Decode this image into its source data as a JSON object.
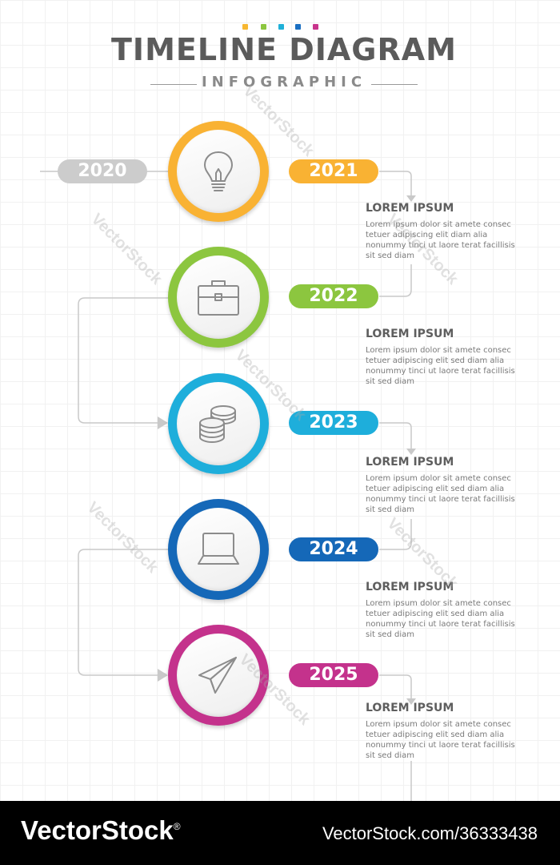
{
  "header": {
    "title": "TIMELINE DIAGRAM",
    "subtitle": "INFOGRAPHIC",
    "dot_colors": [
      "#f7b731",
      "#8cc63f",
      "#1fb0d8",
      "#1a6fc2",
      "#c8348c"
    ]
  },
  "timeline": {
    "start_year": "2020",
    "start_color": "#cccccc",
    "line_color": "#c9c9c9",
    "steps": [
      {
        "year": "2021",
        "color": "#f9b233",
        "icon": "lightbulb-icon",
        "heading": "LOREM IPSUM",
        "body": "Lorem ipsum dolor sit amete consec tetuer adipiscing elit diam alia nonummy tinci ut laore terat facillisis sit sed diam"
      },
      {
        "year": "2022",
        "color": "#8cc63f",
        "icon": "briefcase-icon",
        "heading": "LOREM IPSUM",
        "body": "Lorem ipsum dolor sit amete consec tetuer adipiscing elit sed diam alia nonummy tinci ut laore terat facillisis sit sed diam"
      },
      {
        "year": "2023",
        "color": "#1eaedb",
        "icon": "coins-icon",
        "heading": "LOREM IPSUM",
        "body": "Lorem ipsum dolor sit amete consec tetuer adipiscing elit sed diam alia nonummy tinci ut laore terat facillisis sit sed diam"
      },
      {
        "year": "2024",
        "color": "#1568b8",
        "icon": "laptop-icon",
        "heading": "LOREM IPSUM",
        "body": "Lorem ipsum dolor sit amete consec tetuer adipiscing elit sed diam alia nonummy tinci ut laore terat facillisis sit sed diam"
      },
      {
        "year": "2025",
        "color": "#c4328c",
        "icon": "paper-plane-icon",
        "heading": "LOREM IPSUM",
        "body": "Lorem ipsum dolor sit amete consec tetuer adipiscing elit sed diam alia nonummy tinci ut laore terat facillisis sit sed diam"
      }
    ]
  },
  "watermark": {
    "text": "VectorStock"
  },
  "footer": {
    "brand": "VectorStock",
    "registered": "®",
    "url": "VectorStock.com/36333438"
  }
}
